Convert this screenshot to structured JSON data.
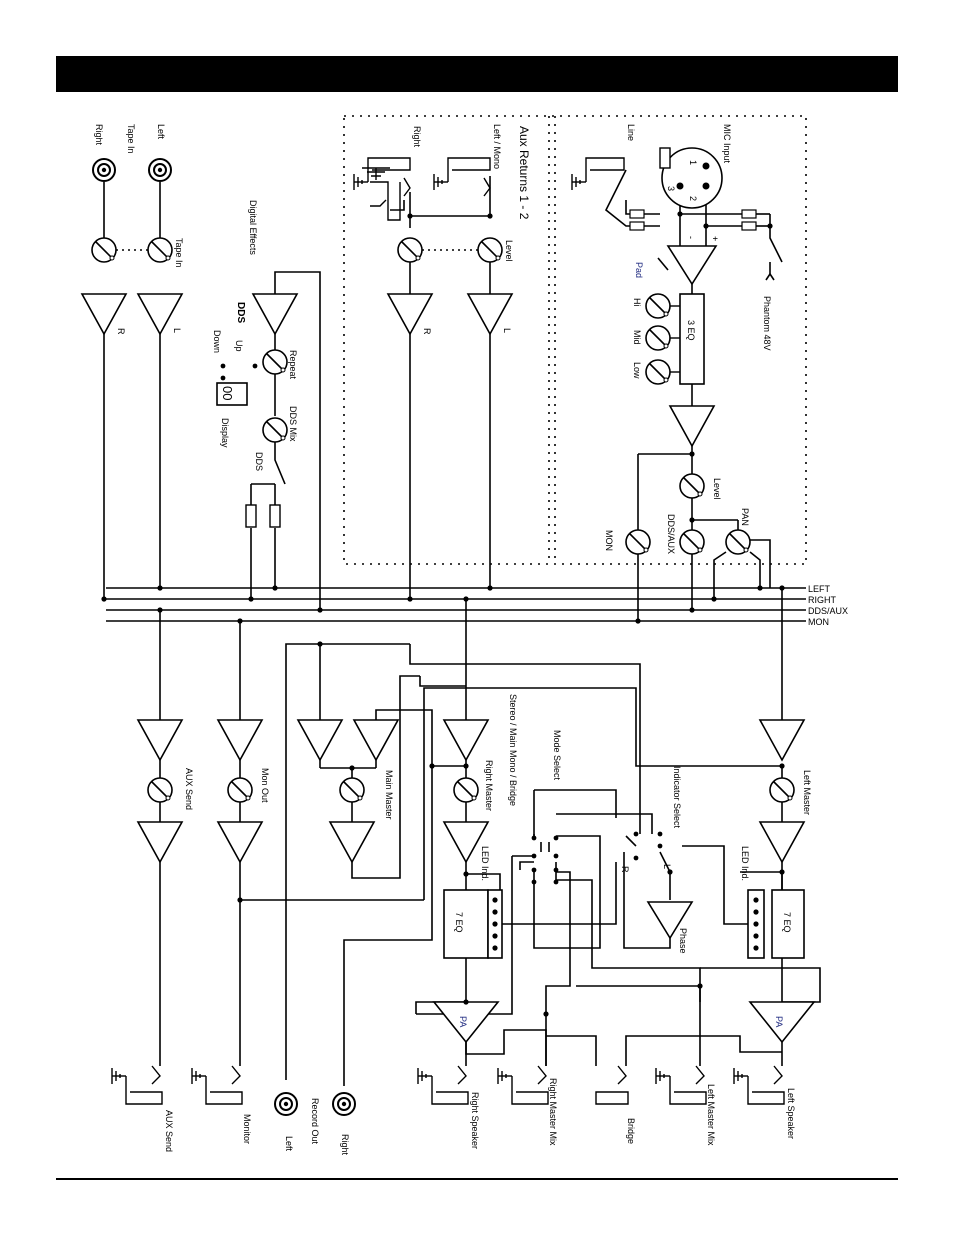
{
  "colors": {
    "ink": "#000000",
    "blue_label": "#1f2a80",
    "header": "#000000"
  },
  "buses": {
    "left": "LEFT",
    "right": "RIGHT",
    "dds_aux": "DDS/AUX",
    "mon": "MON"
  },
  "tape": {
    "right": "Right",
    "left": "Left",
    "tape_in_jack": "Tape In",
    "tape_in_knob": "Tape In",
    "amp_r": "R",
    "amp_l": "L"
  },
  "dds": {
    "digital_effects": "Digital Effects",
    "dds_bold": "DDS",
    "up": "Up",
    "down": "Down",
    "repeat": "Repeat",
    "display": "Display",
    "dds_mix": "DDS Mix",
    "dds_switch": "DDS",
    "display_digits": "00"
  },
  "aux_returns": {
    "title": "Aux Returns   1 - 2",
    "right": "Right",
    "left_mono": "Left / Mono",
    "level": "Level",
    "amp_r": "R",
    "amp_l": "L"
  },
  "channel": {
    "line": "Line",
    "mic_input": "MIC Input",
    "xlr_1": "1",
    "xlr_2": "2",
    "xlr_3": "3",
    "minus": "-",
    "plus": "+",
    "pad": "Pad",
    "phantom": "Phantom 48V",
    "eq3": "3 EQ",
    "hi": "Hi",
    "mid": "Mid",
    "low": "Low",
    "level": "Level",
    "pan": "PAN",
    "dds_aux": "DDS/AUX",
    "mon": "MON"
  },
  "outputs": {
    "aux_send_knob": "AUX Send",
    "mon_out_knob": "Mon Out",
    "main_master": "Main Master",
    "stereo_mode": "Stereo / Main Mono / Bridge",
    "right_master": "Right Master",
    "mode_select": "Mode Select",
    "indicator_select": "Indicator Select",
    "left_master": "Left Master",
    "led_ind_r": "LED Ind.",
    "led_ind_l": "LED Ind.",
    "eq7_r": "7 EQ",
    "eq7_l": "7 EQ",
    "phase": "Phase",
    "r": "R",
    "l": "L",
    "pa_r": "PA",
    "pa_l": "PA"
  },
  "jacks": {
    "aux_send": "AUX Send",
    "monitor": "Monitor",
    "record_left": "Left",
    "record_out": "Record Out",
    "record_right": "Right",
    "right_speaker": "Right Speaker",
    "right_master_mix": "Right Master Mix",
    "bridge": "Bridge",
    "left_master_mix": "Left Master Mix",
    "left_speaker": "Left Speaker"
  }
}
